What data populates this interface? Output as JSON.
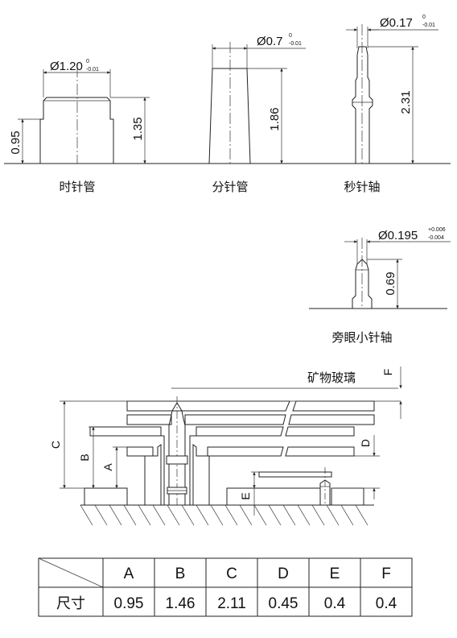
{
  "parts": {
    "hour": {
      "caption": "时针管",
      "dia_main": "Ø1.20",
      "dia_up": "0",
      "dia_low": "-0.01",
      "h_total": "1.35",
      "h_base": "0.95"
    },
    "minute": {
      "caption": "分针管",
      "dia_main": "Ø0.7",
      "dia_up": "0",
      "dia_low": "-0.01",
      "h_total": "1.86"
    },
    "second": {
      "caption": "秒针轴",
      "dia_main": "Ø0.17",
      "dia_up": "0",
      "dia_low": "-0.01",
      "h_total": "2.31"
    },
    "side": {
      "caption": "旁眼小针轴",
      "dia_main": "Ø0.195",
      "dia_up": "+0.006",
      "dia_low": "-0.004",
      "h_total": "0.69"
    }
  },
  "assembly": {
    "glass_label": "矿物玻璃",
    "labels": {
      "a": "A",
      "b": "B",
      "c": "C",
      "d": "D",
      "e": "E",
      "f": "F"
    }
  },
  "table": {
    "headers": [
      "A",
      "B",
      "C",
      "D",
      "E",
      "F"
    ],
    "row_label": "尺寸",
    "values": [
      "0.95",
      "1.46",
      "2.11",
      "0.45",
      "0.4",
      "0.4"
    ]
  }
}
